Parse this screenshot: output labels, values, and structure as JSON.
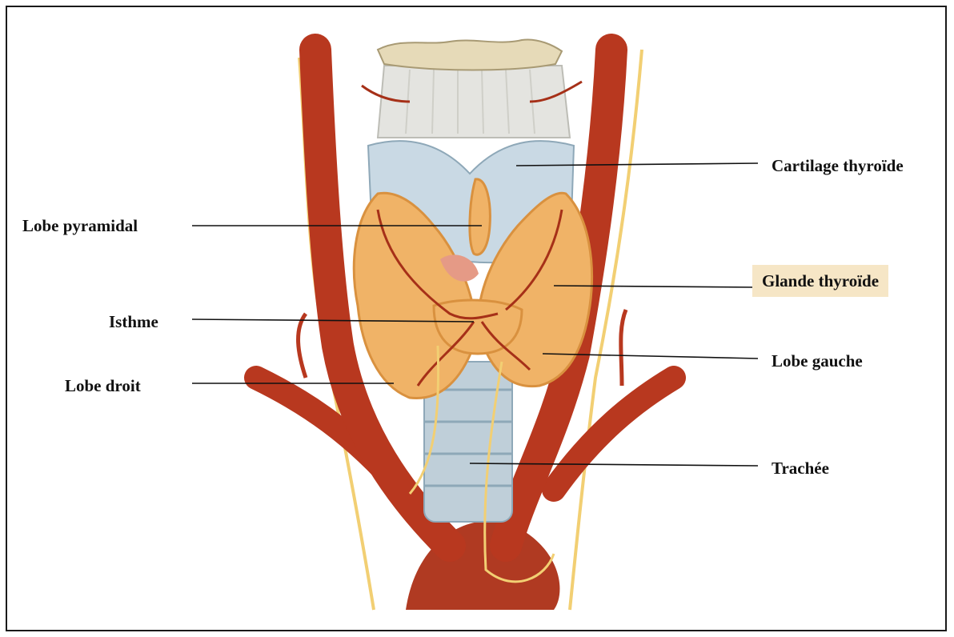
{
  "labels": {
    "cartilage_thyroide": "Cartilage thyroïde",
    "lobe_pyramidal": "Lobe pyramidal",
    "glande_thyroide": "Glande thyroïde",
    "isthme": "Isthme",
    "lobe_gauche": "Lobe gauche",
    "lobe_droit": "Lobe droit",
    "trachee": "Trachée"
  },
  "colors": {
    "artery": "#b8381f",
    "artery_dark": "#8e2a15",
    "gland": "#f0b367",
    "gland_dark": "#d9913f",
    "cartilage": "#c9d9e4",
    "trachea": "#bfcfd9",
    "muscle": "#e4e4e0",
    "nerve": "#f2cf73",
    "hyoid": "#e6dab8",
    "highlight": "#f6e6c6"
  }
}
